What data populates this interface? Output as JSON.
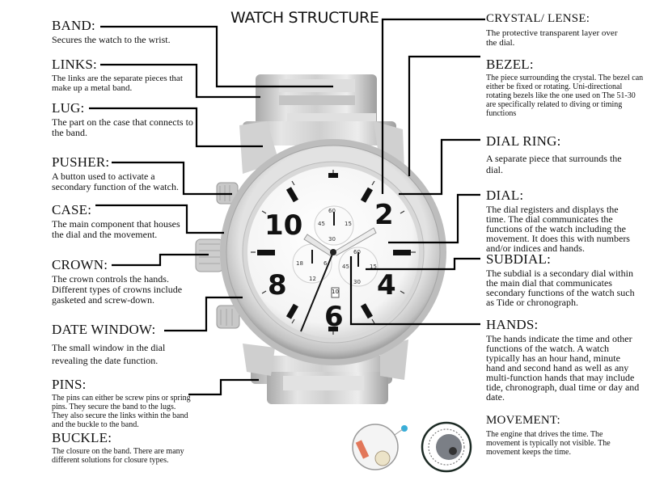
{
  "title": "WATCH STRUCTURE",
  "left_labels": [
    {
      "id": "band",
      "heading": "BAND:",
      "description": "Secures the watch to the wrist."
    },
    {
      "id": "links",
      "heading": "LINKS:",
      "description": "The links are the separate pieces that make up a metal band."
    },
    {
      "id": "lug",
      "heading": "LUG:",
      "description": "The part on the case that connects to the band."
    },
    {
      "id": "pusher",
      "heading": "PUSHER:",
      "description": "A button used to activate a secondary function of the watch."
    },
    {
      "id": "case",
      "heading": "CASE:",
      "description": "The main component that houses the dial and the movement."
    },
    {
      "id": "crown",
      "heading": "CROWN:",
      "description": "The crown controls the hands. Different types of crowns include gasketed and screw-down."
    },
    {
      "id": "date_window",
      "heading": "DATE WINDOW:",
      "description": "The small window in the dial revealing the date function."
    },
    {
      "id": "pins",
      "heading": "PINS:",
      "description": "The pins can either be screw pins or spring pins. They secure the band to the lugs. They also secure the links within the band and the buckle to the band."
    },
    {
      "id": "buckle",
      "heading": "BUCKLE:",
      "description": "The closure on the band. There are many different solutions for closure types."
    }
  ],
  "right_labels": [
    {
      "id": "crystal",
      "heading": "CRYSTAL/ LENSE:",
      "description": "The protective transparent layer over the dial."
    },
    {
      "id": "bezel",
      "heading": "BEZEL:",
      "description": "The piece surrounding the crystal. The bezel can either be fixed or rotating. Uni-directional rotating bezels like the one used on The 51-30 are specifically related to diving or timing functions"
    },
    {
      "id": "dial_ring",
      "heading": "DIAL RING:",
      "description": "A separate piece that surrounds the dial."
    },
    {
      "id": "dial",
      "heading": "DIAL:",
      "description": "The dial registers and displays the time. The dial communicates the functions of the watch including the movement. It does this with numbers and/or indices and hands."
    },
    {
      "id": "subdial",
      "heading": "SUBDIAL:",
      "description": "The subdial is a secondary dial within the main dial that communicates secondary functions of the watch such as Tide or chronograph."
    },
    {
      "id": "hands",
      "heading": "HANDS:",
      "description": "The hands indicate the time and other functions of the watch. A watch typically has an hour hand, minute hand and second hand as well as any multi-function hands that may include tide, chronograph, dual time or day and date."
    },
    {
      "id": "movement",
      "heading": "MOVEMENT:",
      "description": "The engine that drives the time. The movement is typically not visible. The movement keeps the time."
    }
  ],
  "watch": {
    "dial_numerals": [
      "10",
      "2",
      "8",
      "4",
      "6"
    ],
    "subdial_top": [
      "60",
      "15",
      "30",
      "45"
    ],
    "subdial_left": [
      "18",
      "6",
      "12"
    ],
    "subdial_right": [
      "60",
      "15",
      "30",
      "45"
    ],
    "date_digit": "10"
  },
  "colors": {
    "text": "#111111",
    "line": "#000000",
    "steel": "#c9c9c9",
    "dial": "#ffffff"
  }
}
